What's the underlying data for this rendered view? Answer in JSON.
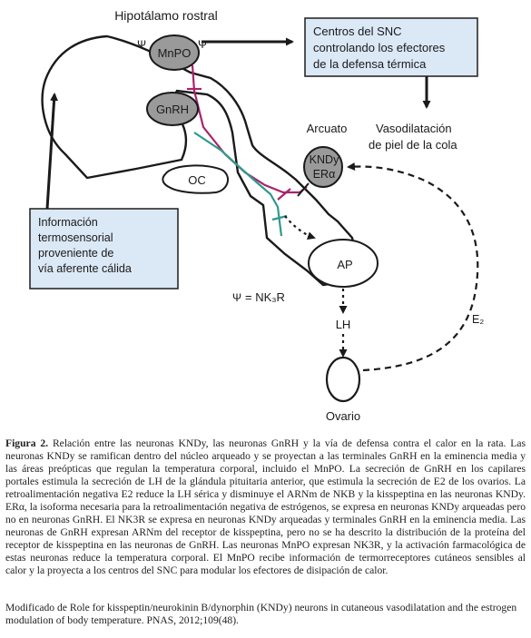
{
  "diagram": {
    "hypothalamus_label": "Hipotálamo rostral",
    "mnpo_label": "MnPO",
    "cns_centers_lines": [
      "Centros del SNC",
      "controlando los efectores",
      "de la defensa térmica"
    ],
    "gnrh_label": "GnRH",
    "arcuate_label": "Arcuato",
    "vasodilation_lines": [
      "Vasodilatación",
      "de piel de la cola"
    ],
    "kndy_label": "KNDy",
    "era_label": "ERα",
    "oc_label": "OC",
    "thermo_info_lines": [
      "Información",
      "termosensorial",
      "proveniente de",
      "vía aferente cálida"
    ],
    "ap_label": "AP",
    "nk3r_legend": "= NK₃R",
    "lh_label": "LH",
    "e2_label": "E₂",
    "ovary_label": "Ovario",
    "colors": {
      "box_fill": "#dbe8f6",
      "box_border": "#2a2a2a",
      "gnrh_fill": "#9a9a9a",
      "magenta_projection": "#a8246a",
      "teal_projection": "#2f9a8c"
    }
  },
  "caption": {
    "figure_label": "Figura 2.",
    "text": "Relación entre las neuronas KNDy, las neuronas GnRH y la vía de defensa contra el calor en la rata. Las neuronas KNDy se ramifican dentro del núcleo arqueado y se proyectan a las terminales GnRH en la eminencia media y las áreas preópticas que regulan la temperatura corporal, incluido el MnPO. La secreción de GnRH en los capilares portales estimula la secreción de LH de la glándula pituitaria anterior, que estimula la secreción de E2 de los ovarios. La retroalimentación negativa E2 reduce la LH sérica y disminuye el ARNm de NKB y la kisspeptina en las neuronas KNDy. ERα, la isoforma necesaria para la retroalimentación negativa de estrógenos, se expresa en neuronas KNDy arqueadas pero no en neuronas GnRH. El NK3R se expresa en neuronas KNDy arqueadas y terminales GnRH en la eminencia media. Las neuronas de GnRH expresan ARNm del receptor de kisspeptina, pero no se ha descrito la distribución de la proteína del receptor de kisspeptina en las neuronas de GnRH. Las neuronas MnPO expresan NK3R, y la activación farmacológica de estas neuronas reduce la temperatura corporal. El MnPO recibe información de termorreceptores cutáneos sensibles al calor y la proyecta a los centros del SNC para modular los efectores de disipación de calor.",
    "source": "Modificado de Role for kisspeptin/neurokinin B/dynorphin (KNDy) neurons in cutaneous vasodilatation and the estrogen modulation of body temperature. PNAS, 2012;109(48)."
  }
}
